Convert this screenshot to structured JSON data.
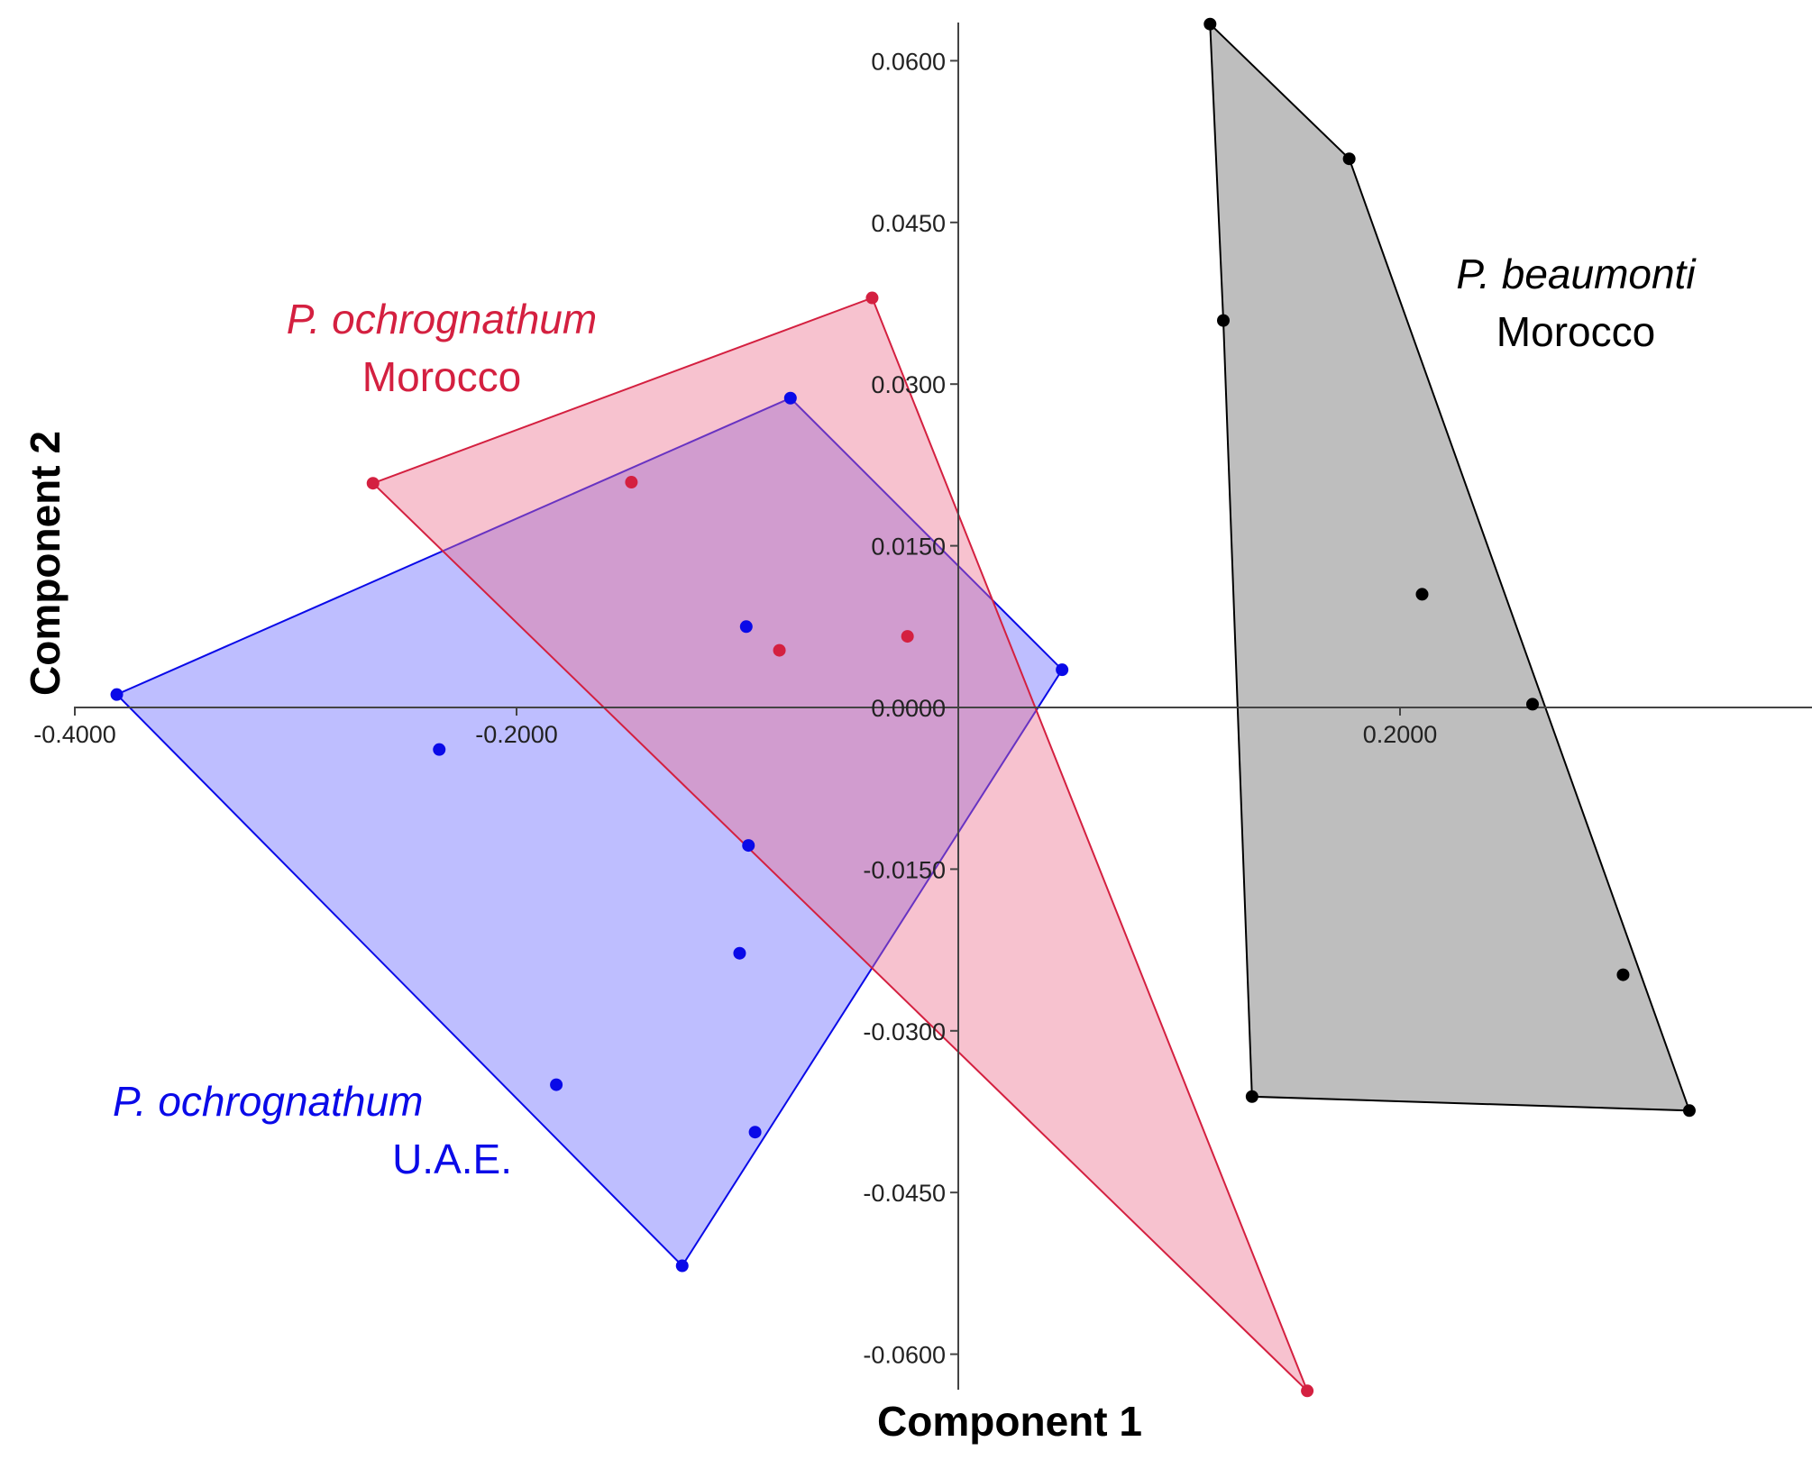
{
  "chart_data": {
    "type": "scatter",
    "xlabel": "Component 1",
    "ylabel": "Component 2",
    "xlim": [
      -0.42,
      0.38
    ],
    "ylim": [
      -0.0635,
      0.0635
    ],
    "x_ticks": [
      -0.4,
      -0.2,
      0.2
    ],
    "x_tick_labels": [
      "-0.4000",
      "-0.2000",
      "0.2000"
    ],
    "y_ticks": [
      0.06,
      0.045,
      0.03,
      0.015,
      0.0,
      -0.015,
      -0.03,
      -0.045,
      -0.06
    ],
    "y_tick_labels": [
      "0.0600",
      "0.0450",
      "0.0300",
      "0.0150",
      "0.0000",
      "-0.0150",
      "-0.0300",
      "-0.0450",
      "-0.0600"
    ],
    "grid": false,
    "series": [
      {
        "id": "uae",
        "label_species": "P. ochrognathum",
        "label_region": "U.A.E.",
        "color": "#0a0ae8",
        "fill": "rgba(110,110,255,0.45)",
        "points": [
          [
            -0.381,
            0.0012
          ],
          [
            -0.076,
            0.0287
          ],
          [
            0.047,
            0.0035
          ],
          [
            -0.125,
            -0.0518
          ],
          [
            -0.235,
            -0.0039
          ],
          [
            -0.095,
            -0.0128
          ],
          [
            -0.099,
            -0.0228
          ],
          [
            -0.182,
            -0.035
          ],
          [
            -0.092,
            -0.0394
          ],
          [
            -0.096,
            0.0075
          ]
        ],
        "hull": [
          [
            -0.381,
            0.0012
          ],
          [
            -0.076,
            0.0287
          ],
          [
            0.047,
            0.0035
          ],
          [
            -0.125,
            -0.0518
          ]
        ]
      },
      {
        "id": "morocco_ochrognathum",
        "label_species": "P. ochrognathum",
        "label_region": "Morocco",
        "color": "#d42040",
        "fill": "rgba(235,110,140,0.42)",
        "points": [
          [
            -0.265,
            0.0208
          ],
          [
            -0.039,
            0.038
          ],
          [
            0.158,
            -0.0634
          ],
          [
            -0.148,
            0.0209
          ],
          [
            -0.081,
            0.0053
          ],
          [
            -0.023,
            0.0066
          ]
        ],
        "hull": [
          [
            -0.265,
            0.0208
          ],
          [
            -0.039,
            0.038
          ],
          [
            0.158,
            -0.0634
          ]
        ]
      },
      {
        "id": "beaumonti",
        "label_species": "P. beaumonti",
        "label_region": "Morocco",
        "color": "#000000",
        "fill": "rgba(120,120,120,0.48)",
        "points": [
          [
            0.114,
            0.0634
          ],
          [
            0.177,
            0.0509
          ],
          [
            0.12,
            0.0359
          ],
          [
            0.21,
            0.0105
          ],
          [
            0.26,
            0.0003
          ],
          [
            0.301,
            -0.0248
          ],
          [
            0.133,
            -0.0361
          ],
          [
            0.331,
            -0.0374
          ]
        ],
        "hull": [
          [
            0.114,
            0.0634
          ],
          [
            0.177,
            0.0509
          ],
          [
            0.331,
            -0.0374
          ],
          [
            0.133,
            -0.0361
          ],
          [
            0.12,
            0.0359
          ]
        ]
      }
    ]
  }
}
